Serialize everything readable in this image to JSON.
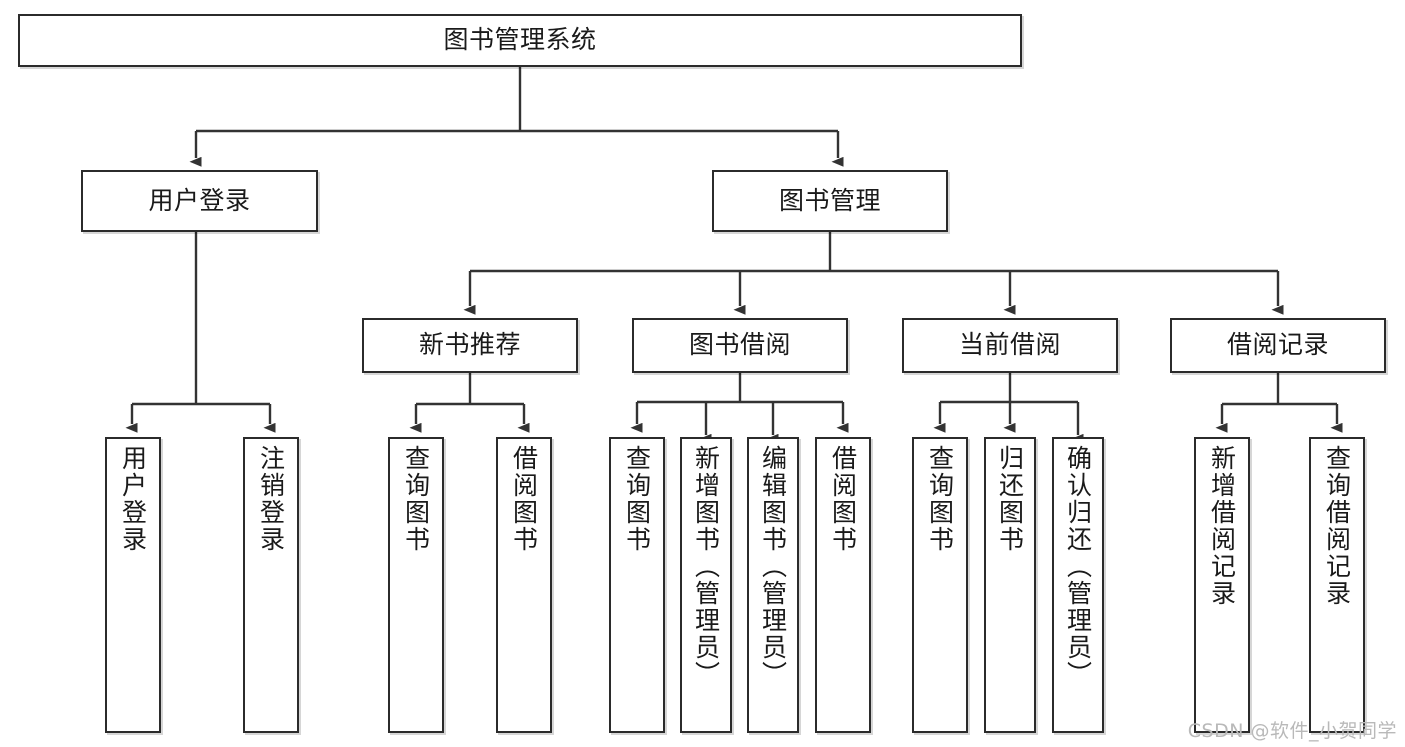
{
  "diagram": {
    "title": "图书管理系统",
    "type": "tree-hierarchy-chart",
    "nodes": {
      "root": {
        "label": "图书管理系统"
      },
      "tier2": [
        {
          "id": "user-login",
          "label": "用户登录"
        },
        {
          "id": "book-management",
          "label": "图书管理"
        }
      ],
      "tier3": [
        {
          "id": "new-book-recommend",
          "label": "新书推荐"
        },
        {
          "id": "book-borrow",
          "label": "图书借阅"
        },
        {
          "id": "current-borrow",
          "label": "当前借阅"
        },
        {
          "id": "borrow-record",
          "label": "借阅记录"
        }
      ],
      "leaves": {
        "user_login": [
          {
            "id": "leaf-user-login",
            "label": "用户登录"
          },
          {
            "id": "leaf-logout-login",
            "label": "注销登录"
          }
        ],
        "new_book_recommend": [
          {
            "id": "leaf-query-book-1",
            "label": "查询图书"
          },
          {
            "id": "leaf-borrow-book-1",
            "label": "借阅图书"
          }
        ],
        "book_borrow": [
          {
            "id": "leaf-query-book-2",
            "label": "查询图书"
          },
          {
            "id": "leaf-add-book",
            "label": "新增图书（管理员）"
          },
          {
            "id": "leaf-edit-book",
            "label": "编辑图书（管理员）"
          },
          {
            "id": "leaf-borrow-book-2",
            "label": "借阅图书"
          }
        ],
        "current_borrow": [
          {
            "id": "leaf-query-book-3",
            "label": "查询图书"
          },
          {
            "id": "leaf-return-book",
            "label": "归还图书"
          },
          {
            "id": "leaf-confirm-return",
            "label": "确认归还（管理员）"
          }
        ],
        "borrow_record": [
          {
            "id": "leaf-add-record",
            "label": "新增借阅记录"
          },
          {
            "id": "leaf-query-record",
            "label": "查询借阅记录"
          }
        ]
      }
    },
    "colors": {
      "node_border": "#2b2b2b",
      "node_fill": "#ffffff",
      "edge": "#333333",
      "text": "#1a1a1a",
      "watermark": "#b9b9b9",
      "background": "#ffffff"
    }
  },
  "watermark": {
    "text": "CSDN @软件_小贺同学"
  }
}
